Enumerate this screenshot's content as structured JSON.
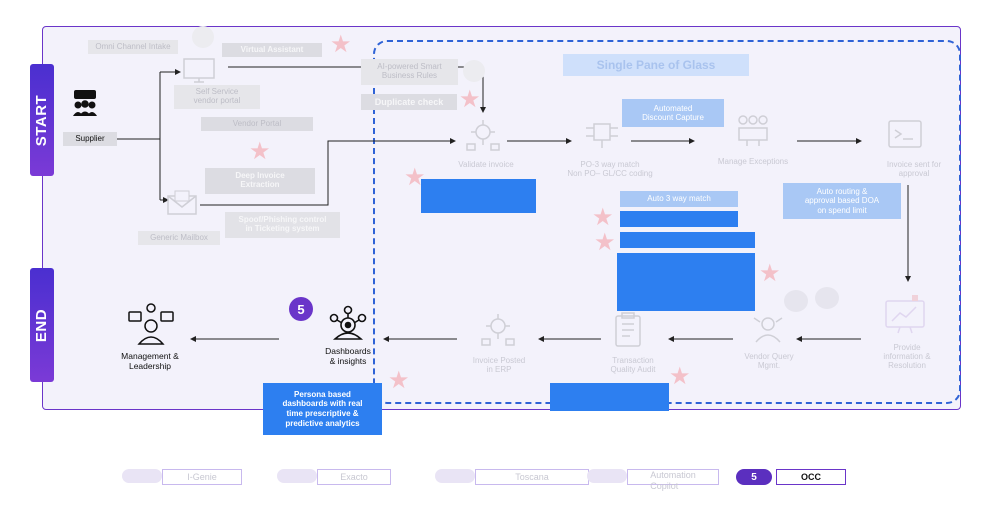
{
  "sidebar": {
    "start": "START",
    "end": "END"
  },
  "supplier": {
    "label": "Supplier"
  },
  "channels": {
    "omni": "Omni Channel Intake",
    "virtual_assistant": "Virtual Assistant",
    "self_service": "Self Service\nvendor portal",
    "vendor_portal": "Vendor Portal",
    "deep_extraction": "Deep Invoice\nExtraction",
    "spoof": "Spoof/Phishing control\nin Ticketing system",
    "generic_mailbox": "Generic Mailbox",
    "business_rules": "AI-powered Smart\nBusiness Rules",
    "duplicate_check": "Duplicate check"
  },
  "spog": {
    "title": "Single Pane of Glass"
  },
  "flow": {
    "validate": "Validate invoice",
    "po_match": "PO-3 way match\nNon PO– GL/CC coding",
    "manage_exceptions": "Manage Exceptions",
    "invoice_sent": "Invoice sent for\napproval",
    "provide_info": "Provide\ninformation &\nResolution",
    "vendor_query": "Vendor Query\nMgmt.",
    "transaction_audit": "Transaction\nQuality Audit",
    "invoice_posted": "Invoice Posted\nin ERP",
    "dashboards": "Dashboards\n& insights",
    "management": "Management &\nLeadership"
  },
  "callouts": {
    "automated_discount": "Automated\nDiscount Capture",
    "auto_routing": "Auto routing &\napproval based DOA\non spend limit",
    "auto_3way": "Auto 3 way match",
    "persona": "Persona based\ndashboards with real\ntime prescriptive &\npredictive analytics"
  },
  "badge": "5",
  "bottom_tabs": [
    {
      "label": "I-Genie",
      "active": false
    },
    {
      "label": "Exacto",
      "active": false
    },
    {
      "label": "Toscana",
      "active": false
    },
    {
      "label": "Automation\nCopilot",
      "active": false
    },
    {
      "label": "OCC",
      "active": true,
      "number": "5"
    }
  ],
  "colors": {
    "purple": "#6a35c9",
    "blue": "#2d7ff0",
    "dashed": "#2f63d6"
  }
}
